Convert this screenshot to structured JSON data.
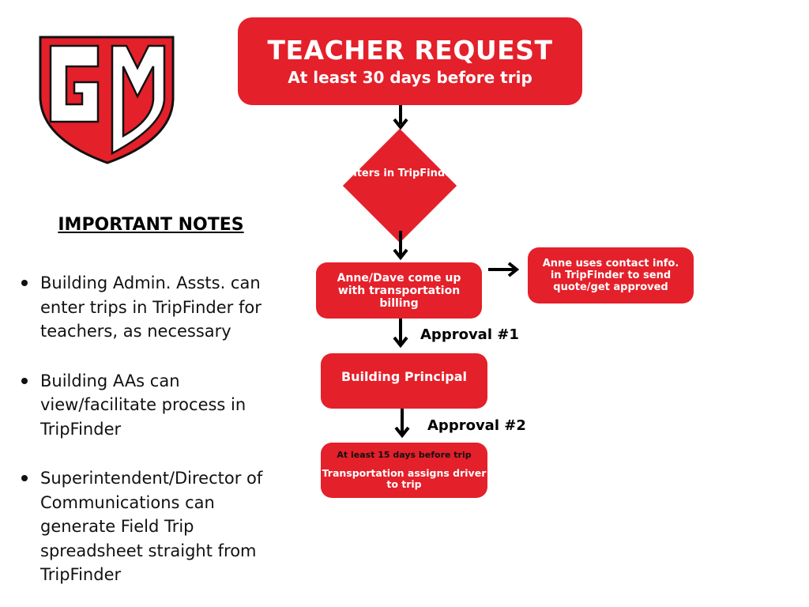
{
  "logo": {
    "letters": "GM",
    "colors": {
      "red": "#e4202a",
      "black": "#000000"
    }
  },
  "notes": {
    "title": "IMPORTANT NOTES",
    "items": [
      "Building Admin. Assts. can enter trips in TripFinder for teachers, as necessary",
      "Building AAs can view/facilitate process in TripFinder",
      "Superintendent/Director of Communications can generate Field Trip spreadsheet straight from TripFinder"
    ]
  },
  "flow": {
    "teacher_request": {
      "title": "TEACHER REQUEST",
      "subtitle": "At least 30 days before trip"
    },
    "enters": "Enters in TripFinder",
    "anne_dave": "Anne/Dave come up with transportation billing",
    "anne_contact": "Anne uses contact info. in TripFinder to send quote/get approved",
    "approval_1": "Approval #1",
    "principal": "Building Principal",
    "approval_2": "Approval #2",
    "transport": {
      "timing": "At least 15 days before trip",
      "action": "Transportation assigns driver to trip"
    }
  },
  "colors": {
    "box_red": "#e4202a",
    "text_white": "#ffffff",
    "arrow": "#000000"
  }
}
